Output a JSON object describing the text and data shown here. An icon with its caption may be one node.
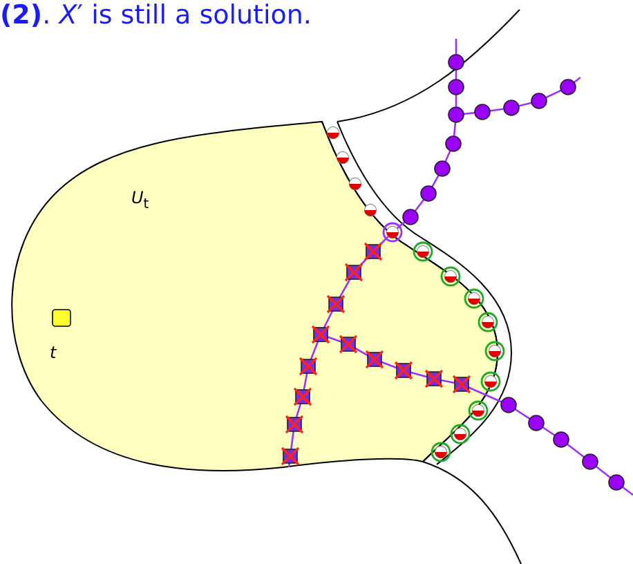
{
  "diagram": {
    "title": "**(2)**. *X*′ is still a solution.",
    "labels": [
      "*U*$_{t}$",
      "*t*"
    ]
  }
}
